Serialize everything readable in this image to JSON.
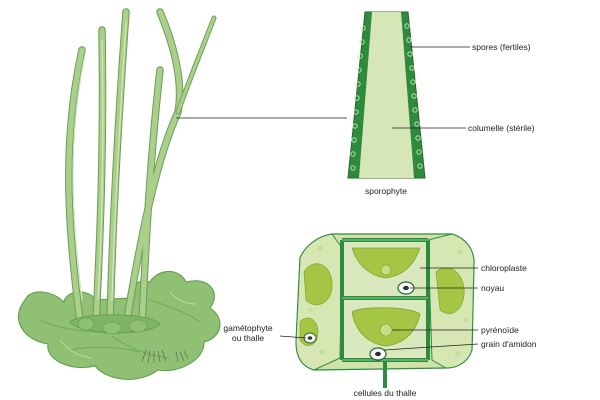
{
  "labels": {
    "spores": "spores (fertiles)",
    "columelle": "columelle (stérile)",
    "sporophyte": "sporophyte",
    "chloroplaste": "chloroplaste",
    "noyau": "noyau",
    "pyrenoide": "pyrénoïde",
    "grain_amidon": "grain d'amidon",
    "gametophyte_line1": "gamétophyte",
    "gametophyte_line2": "ou thalle",
    "cellules": "cellules du thalle"
  },
  "colors": {
    "thallus": "#8fc074",
    "thallus_dark": "#5f9a4a",
    "sporophyte_stalk": "#a9cf8b",
    "spore_wall": "#2e8b3e",
    "columella": "#d6e6b6",
    "cell_wall": "#2e8b3e",
    "cell_fill": "#cfe2a9",
    "chloroplast": "#a5c545"
  }
}
